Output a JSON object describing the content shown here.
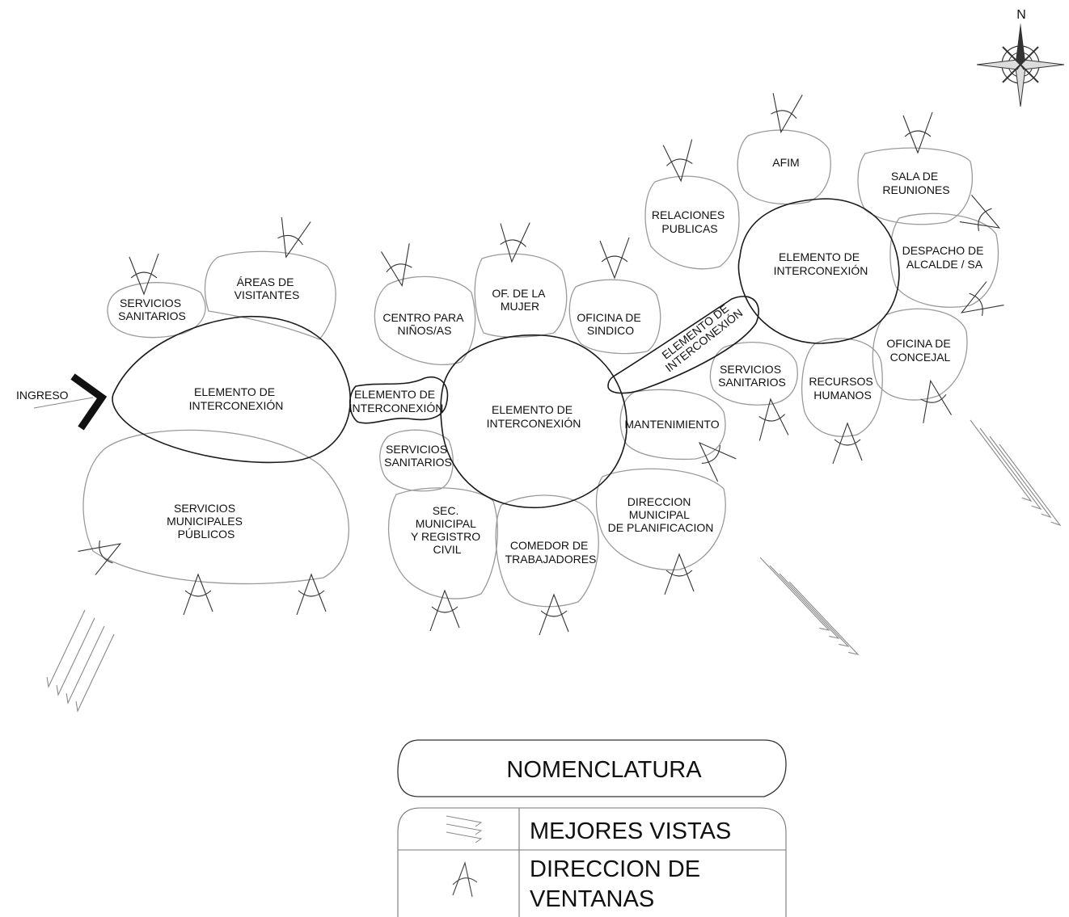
{
  "nodes": {
    "ingreso": "INGRESO",
    "hub1": [
      "ELEMENTO DE",
      "INTERCONEXIÓN"
    ],
    "serv_sanitarios_1": [
      "SERVICIOS",
      "SANITARIOS"
    ],
    "areas_visitantes": [
      "ÁREAS DE",
      "VISITANTES"
    ],
    "servicios_municipales": [
      "SERVICIOS",
      "MUNICIPALES",
      "PÚBLICOS"
    ],
    "connector1": [
      "ELEMENTO DE",
      "INTERCONEXIÓN"
    ],
    "centro_ninos": [
      "CENTRO PARA",
      "NIÑOS/AS"
    ],
    "of_mujer": [
      "OF. DE LA",
      "MUJER"
    ],
    "oficina_sindico": [
      "OFICINA DE",
      "SINDICO"
    ],
    "hub2": [
      "ELEMENTO DE",
      "INTERCONEXIÓN"
    ],
    "serv_sanitarios_2": [
      "SERVICIOS",
      "SANITARIOS"
    ],
    "sec_municipal": [
      "SEC.",
      "MUNICIPAL",
      "Y REGISTRO",
      "CIVIL"
    ],
    "comedor": [
      "COMEDOR DE",
      "TRABAJADORES"
    ],
    "direccion_planificacion": [
      "DIRECCION",
      "MUNICIPAL",
      "DE PLANIFICACION"
    ],
    "mantenimiento": "MANTENIMIENTO",
    "connector2": [
      "ELEMENTO DE",
      "INTERCONEXIÓN"
    ],
    "relaciones_publicas": [
      "RELACIONES",
      "PUBLICAS"
    ],
    "afim": "AFIM",
    "sala_reuniones": [
      "SALA DE",
      "REUNIONES"
    ],
    "hub3": [
      "ELEMENTO DE",
      "INTERCONEXIÓN"
    ],
    "despacho_alcalde": [
      "DESPACHO DE",
      "ALCALDE / SA"
    ],
    "oficina_concejal": [
      "OFICINA DE",
      "CONCEJAL"
    ],
    "recursos_humanos": [
      "RECURSOS",
      "HUMANOS"
    ],
    "serv_sanitarios_3": [
      "SERVICIOS",
      "SANITARIOS"
    ]
  },
  "compass": {
    "north_label": "N"
  },
  "legend": {
    "title": "NOMENCLATURA",
    "items": [
      {
        "symbol": "mejores-vistas-icon",
        "label": [
          "MEJORES VISTAS"
        ]
      },
      {
        "symbol": "window-direction-icon",
        "label": [
          "DIRECCION DE",
          "VENTANAS"
        ]
      }
    ]
  },
  "colors": {
    "line": "#1a1a1a",
    "bubble": "#9a9a9a",
    "arrow": "#111111"
  }
}
